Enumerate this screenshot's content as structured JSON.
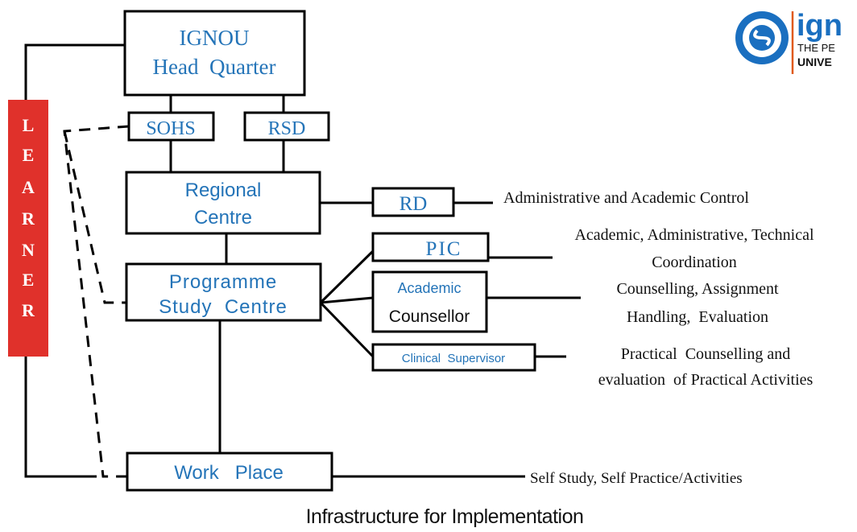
{
  "colors": {
    "box_text": "#2474b8",
    "learner_bar": "#e0312b",
    "logo_blue": "#1a6fc0"
  },
  "learner": {
    "letters": [
      "L",
      "E",
      "A",
      "R",
      "N",
      "E",
      "R"
    ]
  },
  "boxes": {
    "hq": {
      "line1": "IGNOU",
      "line2": "Head  Quarter"
    },
    "sohs": "SOHS",
    "rsd": "RSD",
    "regional": {
      "line1": "Regional",
      "line2": "Centre"
    },
    "rd": "RD",
    "psc": {
      "line1": "Programme",
      "line2": "Study  Centre"
    },
    "pic": "PIC",
    "academic": {
      "line1": "Academic",
      "line2": "Counsellor"
    },
    "clinical": "Clinical  Supervisor",
    "workplace": "Work   Place"
  },
  "roles": {
    "rd": "Administrative and Academic Control",
    "pic": {
      "line1": "Academic, Administrative, Technical",
      "line2": "Coordination"
    },
    "academic": {
      "line1": "Counselling, Assignment",
      "line2": "Handling,  Evaluation"
    },
    "clinical": {
      "line1": "Practical  Counselling and",
      "line2": "evaluation  of Practical Activities"
    },
    "workplace": "Self Study, Self Practice/Activities"
  },
  "caption": "Infrastructure for Implementation",
  "logo": {
    "brand": "ign",
    "line1": "THE PE",
    "line2": "UNIVE"
  }
}
